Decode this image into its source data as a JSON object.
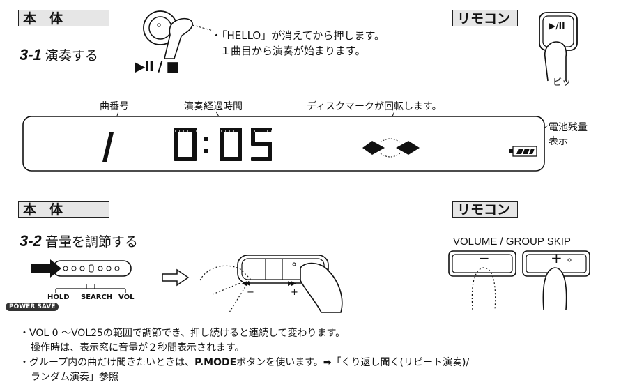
{
  "section1": {
    "unit_label": "本　体",
    "remote_label": "リモコン",
    "step_num": "3-1",
    "step_text": "演奏する",
    "play_stop_symbol": "▶II / ■",
    "note_line1": "・「HELLO」が消えてから押します。",
    "note_line2": "１曲目から演奏が始まります。",
    "remote_button": "▶/II",
    "remote_sound": "ピッ"
  },
  "display": {
    "track_label": "曲番号",
    "elapsed_label": "演奏経過時間",
    "disc_label": "ディスクマークが回転します。",
    "battery_label_1": "電池残量",
    "battery_label_2": "表示",
    "track_value": "1",
    "time_value": "0:05"
  },
  "section2": {
    "unit_label": "本　体",
    "remote_label": "リモコン",
    "step_num": "3-2",
    "step_text": "音量を調節する",
    "remote_buttons_label": "VOLUME / GROUP SKIP",
    "remote_minus": "−",
    "remote_plus": "+",
    "slider_labels": {
      "hold": "HOLD",
      "search": "SEARCH",
      "vol": "VOL"
    },
    "power_save": "POWER SAVE",
    "rocker_minus": "−",
    "rocker_plus": "+",
    "rocker_prev": "◀◀",
    "rocker_next": "▶▶"
  },
  "notes": {
    "line1": "・VOL 0 〜VOL25の範囲で調節でき、押し続けると連続して変わります。",
    "line2": "操作時は、表示窓に音量が２秒間表示されます。",
    "line3_pre": "・グループ内の曲だけ聞きたいときは、",
    "line3_bold": "P.MODE",
    "line3_post": "ボタンを使います。➡「くり返し聞く(リピート演奏)/",
    "line4": "ランダム演奏」参照"
  }
}
